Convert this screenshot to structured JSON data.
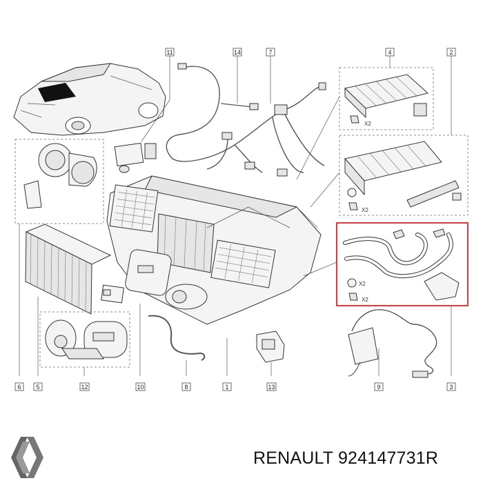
{
  "callouts": {
    "c1": "1",
    "c2": "2",
    "c3": "3",
    "c4": "4",
    "c5": "5",
    "c6": "6",
    "c7": "7",
    "c8": "8",
    "c9": "9",
    "c10": "10",
    "c11": "11",
    "c12": "12",
    "c13": "13",
    "c14": "14"
  },
  "qty_labels": {
    "q1": "X2",
    "q2": "X2",
    "q3": "X2",
    "q4": "X2"
  },
  "caption": {
    "brand": "RENAULT",
    "part_number": "924147731R"
  },
  "colors": {
    "highlight": "#e0212b",
    "line": "#333333",
    "logo": "#555555"
  },
  "logo_icon": "renault-diamond-icon"
}
